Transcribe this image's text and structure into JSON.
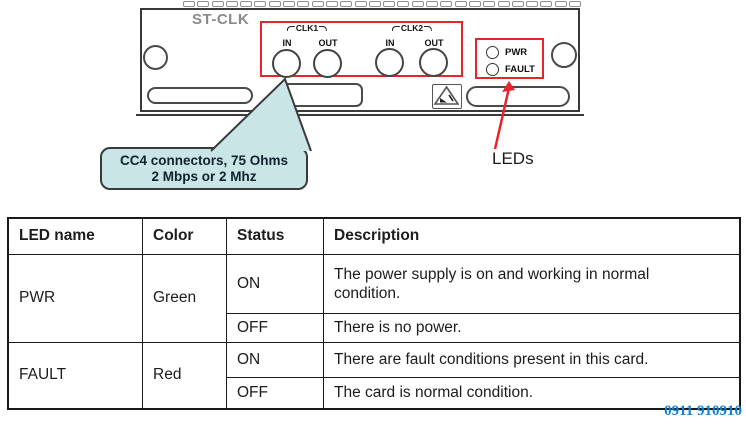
{
  "diagram": {
    "panel_title": "ST-CLK",
    "clk_groups": [
      {
        "label": "CLK1",
        "ports": [
          "IN",
          "OUT"
        ]
      },
      {
        "label": "CLK2",
        "ports": [
          "IN",
          "OUT"
        ]
      }
    ],
    "panel_leds": [
      "PWR",
      "FAULT"
    ],
    "callout": {
      "line1": "CC4 connectors, 75 Ohms",
      "line2": "2 Mbps or 2 Mhz"
    },
    "leds_caption": "LEDs"
  },
  "table": {
    "headers": [
      "LED name",
      "Color",
      "Status",
      "Description"
    ],
    "rows": [
      {
        "led": "PWR",
        "color": "Green",
        "states": [
          {
            "status": "ON",
            "description": "The power supply is on and working in normal condition."
          },
          {
            "status": "OFF",
            "description": "There is no power."
          }
        ]
      },
      {
        "led": "FAULT",
        "color": "Red",
        "states": [
          {
            "status": "ON",
            "description": "There are fault conditions present in this card."
          },
          {
            "status": "OFF",
            "description": "The card is normal condition."
          }
        ]
      }
    ]
  },
  "footer": {
    "watermark": "0911 910910"
  },
  "colors": {
    "highlight_red": "#e8232b",
    "callout_fill": "#c9e5e6",
    "watermark_blue": "#1080d8"
  }
}
